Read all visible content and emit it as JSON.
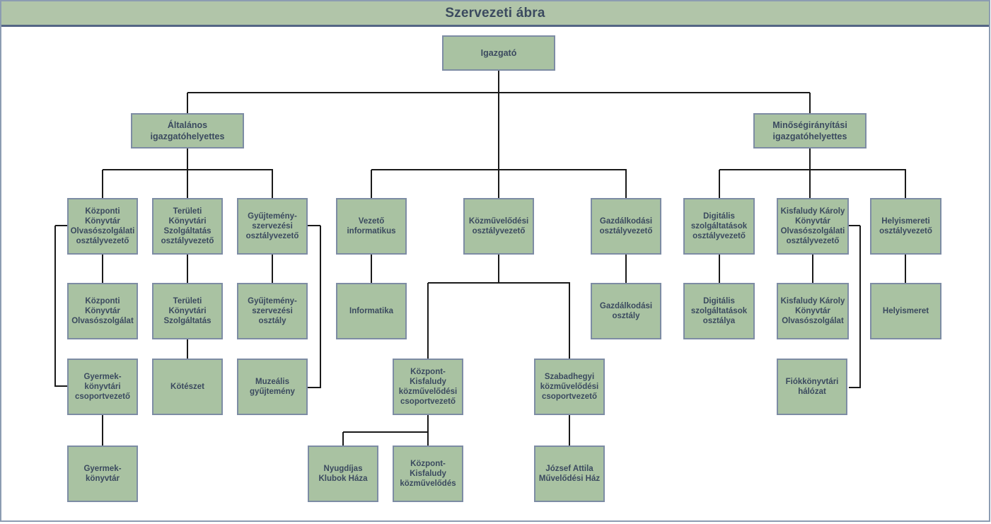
{
  "title": "Szervezeti ábra",
  "colors": {
    "header_bg": "#b1c5a9",
    "node_bg": "#a9c2a2",
    "node_border": "#7d8ca4",
    "text": "#3b4a5f",
    "connector": "#1a1a1a"
  },
  "org": {
    "nodes": [
      {
        "id": "igazgato",
        "label": "Igazgató",
        "parent": null
      },
      {
        "id": "altalanos-igazgatohelyettes",
        "label": "Általános igazgatóhelyettes",
        "parent": "igazgato"
      },
      {
        "id": "minosegiranyitasi-igazgatohelyettes",
        "label": "Minőségirányítási igazgatóhelyettes",
        "parent": "igazgato"
      },
      {
        "id": "kozponti-konyvtar-olvasoszolgalati-osztalyvezeto",
        "label": "Központi Könyvtár Olvasószolgálati osztályvezető",
        "parent": "altalanos-igazgatohelyettes"
      },
      {
        "id": "teruleti-konyvtari-szolgaltatas-osztalyvezeto",
        "label": "Területi Könyvtári Szolgáltatás osztályvezető",
        "parent": "altalanos-igazgatohelyettes"
      },
      {
        "id": "gyujtemeny-szervezesi-osztalyvezeto",
        "label": "Gyűjtemény-szervezési osztályvezető",
        "parent": "altalanos-igazgatohelyettes"
      },
      {
        "id": "vezeto-informatikus",
        "label": "Vezető informatikus",
        "parent": "igazgato"
      },
      {
        "id": "kozmuvelodesi-osztalyvezeto",
        "label": "Közművelődési osztályvezető",
        "parent": "igazgato"
      },
      {
        "id": "gazdalkodasi-osztalyvezeto",
        "label": "Gazdálkodási osztályvezető",
        "parent": "igazgato"
      },
      {
        "id": "digitalis-szolgaltatasok-osztalyvezeto",
        "label": "Digitális szolgáltatások osztályvezető",
        "parent": "minosegiranyitasi-igazgatohelyettes"
      },
      {
        "id": "kisfaludy-karoly-konyvtar-olvasoszolgalati-osztalyvezeto",
        "label": "Kisfaludy Károly Könyvtár Olvasószolgálati osztályvezető",
        "parent": "minosegiranyitasi-igazgatohelyettes"
      },
      {
        "id": "helyismereti-osztalyvezeto",
        "label": "Helyismereti osztályvezető",
        "parent": "minosegiranyitasi-igazgatohelyettes"
      },
      {
        "id": "kozponti-konyvtar-olvasoszolgalat",
        "label": "Központi Könyvtár Olvasószolgálat",
        "parent": "kozponti-konyvtar-olvasoszolgalati-osztalyvezeto"
      },
      {
        "id": "teruleti-konyvtari-szolgaltatas",
        "label": "Területi Könyvtári Szolgáltatás",
        "parent": "teruleti-konyvtari-szolgaltatas-osztalyvezeto"
      },
      {
        "id": "gyujtemeny-szervezesi-osztaly",
        "label": "Gyűjtemény-szervezési osztály",
        "parent": "gyujtemeny-szervezesi-osztalyvezeto"
      },
      {
        "id": "informatika",
        "label": "Informatika",
        "parent": "vezeto-informatikus"
      },
      {
        "id": "gazdalkodasi-osztaly",
        "label": "Gazdálkodási osztály",
        "parent": "gazdalkodasi-osztalyvezeto"
      },
      {
        "id": "digitalis-szolgaltatasok-osztalya",
        "label": "Digitális szolgáltatások osztálya",
        "parent": "digitalis-szolgaltatasok-osztalyvezeto"
      },
      {
        "id": "kisfaludy-karoly-konyvtar-olvasoszolgalat",
        "label": "Kisfaludy Károly Könyvtár Olvasószolgálat",
        "parent": "kisfaludy-karoly-konyvtar-olvasoszolgalati-osztalyvezeto"
      },
      {
        "id": "helyismeret",
        "label": "Helyismeret",
        "parent": "helyismereti-osztalyvezeto"
      },
      {
        "id": "gyermek-konyvtari-csoportvezeto",
        "label": "Gyermek-könyvtári csoportvezető",
        "parent": "kozponti-konyvtar-olvasoszolgalati-osztalyvezeto"
      },
      {
        "id": "koteszet",
        "label": "Kötészet",
        "parent": "teruleti-konyvtari-szolgaltatas"
      },
      {
        "id": "muzealis-gyujtemeny",
        "label": "Muzeális gyűjtemény",
        "parent": "gyujtemeny-szervezesi-osztalyvezeto"
      },
      {
        "id": "kozpont-kisfaludy-kozmuvelodesi-csoportvezeto",
        "label": "Központ-Kisfaludy közművelődési csoportvezető",
        "parent": "kozmuvelodesi-osztalyvezeto"
      },
      {
        "id": "szabadhegyi-kozmuvelodesi-csoportvezeto",
        "label": "Szabadhegyi közművelődési csoportvezető",
        "parent": "kozmuvelodesi-osztalyvezeto"
      },
      {
        "id": "fiokkonyvtari-halozat",
        "label": "Fiókkönyvtári hálózat",
        "parent": "kisfaludy-karoly-konyvtar-olvasoszolgalati-osztalyvezeto"
      },
      {
        "id": "gyermek-konyvtar",
        "label": "Gyermek-könyvtár",
        "parent": "gyermek-konyvtari-csoportvezeto"
      },
      {
        "id": "nyugdijas-klubok-haza",
        "label": "Nyugdíjas Klubok Háza",
        "parent": "kozpont-kisfaludy-kozmuvelodesi-csoportvezeto"
      },
      {
        "id": "kozpont-kisfaludy-kozmuvelodes",
        "label": "Központ-Kisfaludy közművelődés",
        "parent": "kozpont-kisfaludy-kozmuvelodesi-csoportvezeto"
      },
      {
        "id": "jozsef-attila-muvelodesi-haz",
        "label": "József Attila Művelődési Ház",
        "parent": "szabadhegyi-kozmuvelodesi-csoportvezeto"
      }
    ]
  }
}
